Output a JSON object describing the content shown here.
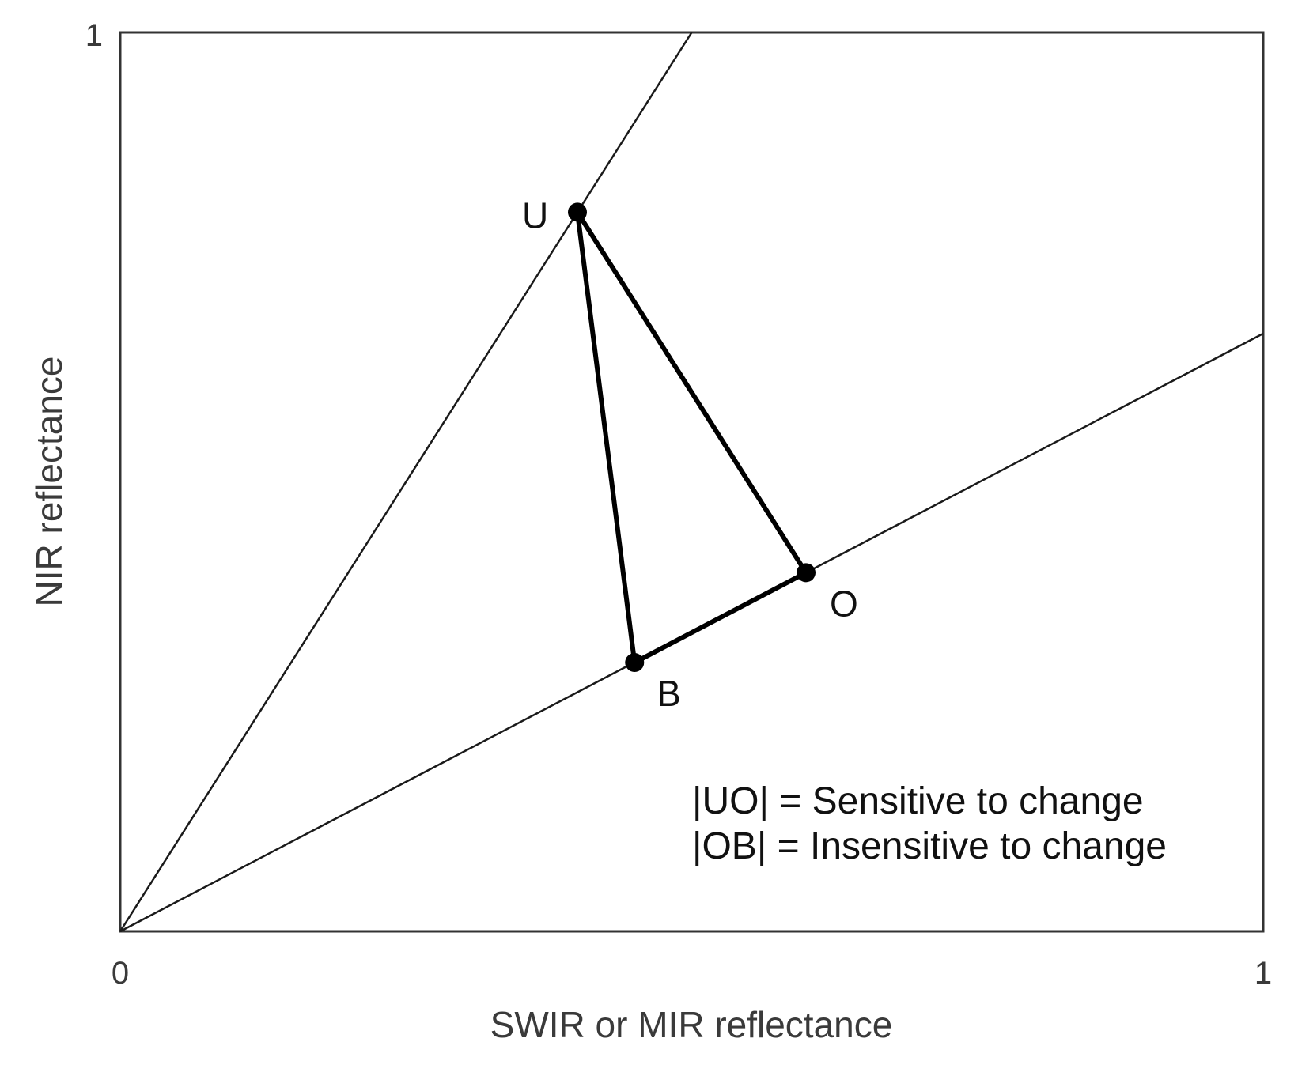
{
  "chart_data": {
    "type": "diagram",
    "xlabel": "SWIR or MIR reflectance",
    "ylabel": "NIR reflectance",
    "xlim": [
      0,
      1
    ],
    "ylim": [
      0,
      1
    ],
    "ticks": {
      "x_min": "0",
      "x_max": "1",
      "y_max": "1"
    },
    "lines": [
      {
        "from": [
          0,
          0
        ],
        "to": [
          0.5,
          1
        ]
      },
      {
        "from": [
          0,
          0
        ],
        "to": [
          1,
          0.665
        ]
      }
    ],
    "points": [
      {
        "label": "U",
        "x": 0.4,
        "y": 0.8
      },
      {
        "label": "O",
        "x": 0.6,
        "y": 0.399
      },
      {
        "label": "B",
        "x": 0.45,
        "y": 0.299
      }
    ],
    "segments": [
      [
        "U",
        "O"
      ],
      [
        "U",
        "B"
      ],
      [
        "O",
        "B"
      ]
    ],
    "legend": [
      "|UO| = Sensitive to change",
      "|OB| = Insensitive to change"
    ]
  }
}
